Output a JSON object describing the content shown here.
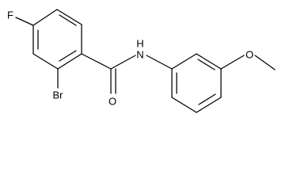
{
  "molecule": {
    "atom_labels": {
      "fluorine": "F",
      "bromine": "Br",
      "oxygen_carbonyl": "O",
      "nitrogen": "N",
      "hydrogen_on_n": "H",
      "oxygen_methoxy": "O"
    },
    "colors": {
      "bond": "#000000",
      "label": "#000000",
      "background": "#ffffff"
    }
  }
}
